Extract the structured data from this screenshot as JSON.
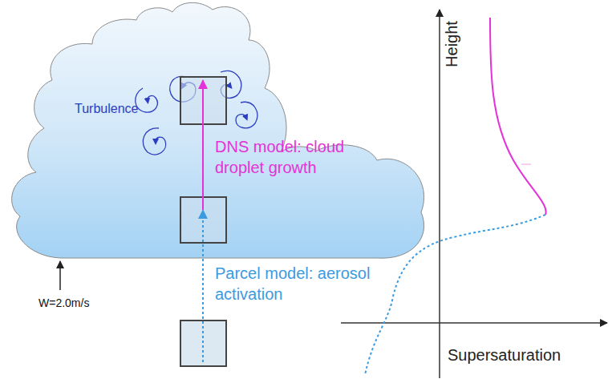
{
  "diagram": {
    "labels": [
      "Turbulence",
      "DNS model: cloud droplet growth",
      "Parcel model: aerosol activation",
      "W=2.0m/s",
      "Height",
      "Supersaturation"
    ]
  }
}
